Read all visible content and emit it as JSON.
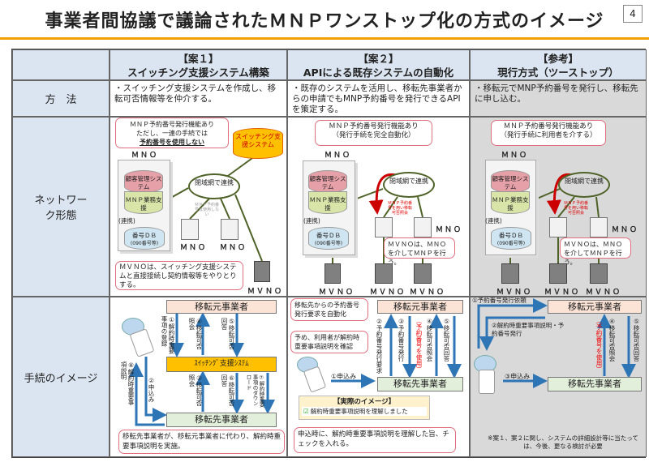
{
  "title": "事業者間協議で議論されたＭＮＰワンストップ化の方式のイメージ",
  "page_number": "4",
  "colors": {
    "accent": "#f0a000",
    "header_bg": "#dbe5f1",
    "grey_col": "#d9d9d9",
    "switching": "#ffc000"
  },
  "headers": [
    {
      "line1": "【案１】",
      "line2": "スイッチング支援システム構築"
    },
    {
      "line1": "【案２】",
      "line2": "APIによる既存システムの自動化"
    },
    {
      "line1": "【参考】",
      "line2": "現行方式（ツーストップ）"
    }
  ],
  "rows": {
    "method": "方　法",
    "network": "ネットワーク形態",
    "procedure": "手続のイメージ"
  },
  "methods": [
    "・スイッチング支援システムを作成し、移転可否情報等を仲介する。",
    "・既存のシステムを活用し、移転先事業者からの申請でもMNP予約番号を発行できるAPIを策定する。",
    "・移転元でMNP予約番号を発行し、移転先に申し込む。"
  ],
  "net": {
    "mno": "ＭＮＯ",
    "mvno": "ＭＶＮＯ",
    "cust": "顧客管理システム",
    "mnp": "ＭＮＰ業務支援",
    "renkei": "(連携)",
    "db1": "番号ＤＢ",
    "db2": "(090番号等)",
    "closed": "閉域網で連携",
    "c1_call_1": "ＭＮＰ予約番号発行機能あり",
    "c1_call_2": "ただし、一連の手続では",
    "c1_call_3": "予約番号を使用しない",
    "switching": "スイッチング支援システム",
    "c1_small": "ＭＮＰ予約番号は使用しない",
    "c1_mvno_call": "ＭＶＮＯは、スイッチング支援システムと直接接続し契約情報等をやりとりする。",
    "c2_call_1": "ＭＮＰ予約番号発行機能あり",
    "c2_call_2": "（発行手続を完全自動化）",
    "c3_call_1": "ＭＮＰ予約番号発行機能あり",
    "c3_call_2": "（発行手続に利用者を介する）",
    "red_small": "ＭＮＰ予約番号を用い移転可否照会",
    "mvno_call": "ＭＶＮＯは、ＭＮＯを介してＭＮＰを行う。"
  },
  "proc": {
    "src": "移転元事業者",
    "dst": "移転先事業者",
    "sw": "ｽｲｯﾁﾝｸﾞ支援ｼｽﾃﾑ",
    "c1_steps": [
      "①解約時重要事項の登録",
      "②申込み",
      "③移転可否照会",
      "④移転可否照会",
      "⑤移転可否回答",
      "⑥移転可否回答",
      "⑦解約時重要事項のダウンロード",
      "⑧解約時重要事項説明"
    ],
    "c1_bottom": "移転先事業者が、移転元事業者に代わり、解約時重要事項説明を実施。",
    "c2_call1": "移転先からの予約番号発行要求を自動化",
    "c2_call2": "予め、利用者が解約時重要事項説明を確認",
    "c2_steps": [
      "①申込み",
      "②予約番号発行要求",
      "③予約番号発行",
      "④移転可否照会",
      "（予約番号を使用）",
      "⑤移転可否回答"
    ],
    "c2_image_title": "【実際のイメージ】",
    "c2_image_check": "解約時重要事項説明を理解しました",
    "c2_bottom": "申込時に、解約時重要事項説明を理解した旨、チェックを入れる。",
    "c3_steps": [
      "①予約番号発行依頼",
      "②解約時重要事項説明・予約番号発行",
      "③申込み",
      "④移転可否照会",
      "（予約番号を使用）",
      "⑤移転可否回答"
    ],
    "c3_note": "※案１、案２に関し、システムの詳細設計等に当たっては、今後、更なる検討が必要"
  }
}
